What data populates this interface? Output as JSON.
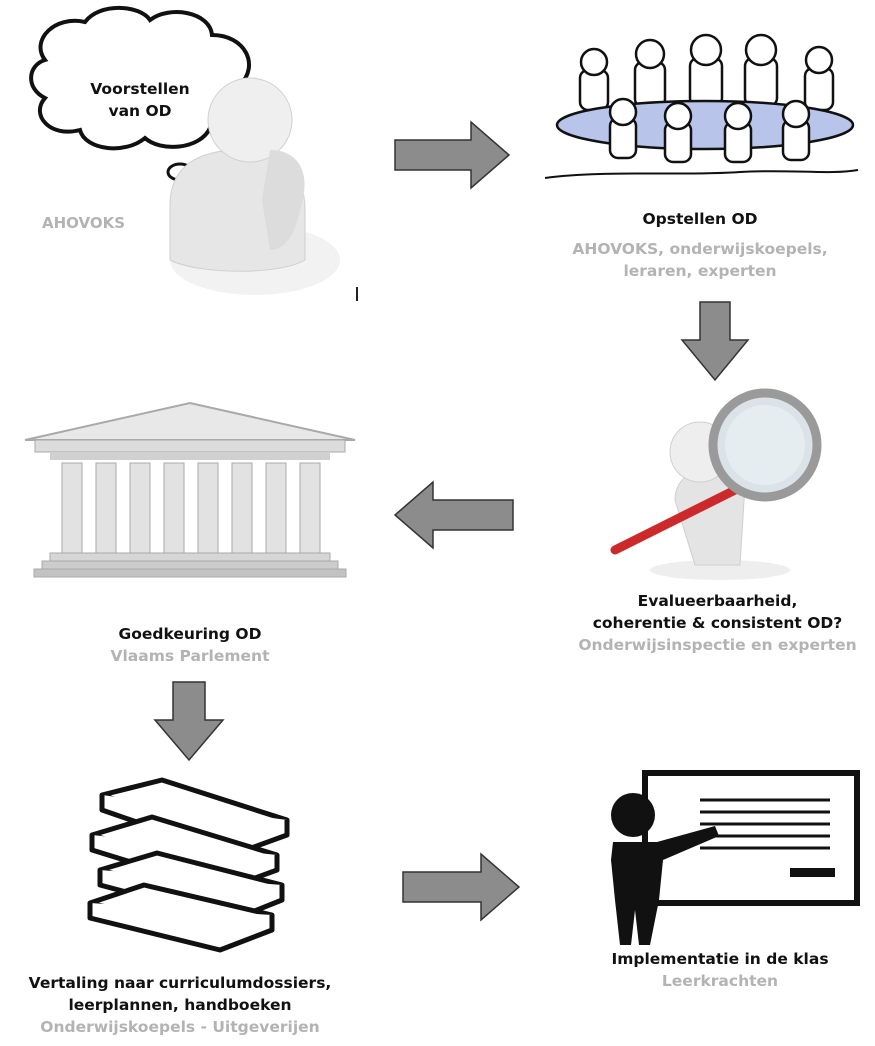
{
  "steps": [
    {
      "id": "voorstellen",
      "thought": [
        "Voorstellen",
        "van OD"
      ],
      "actor": "AHOVOKS",
      "icon": "thinking-person-icon"
    },
    {
      "id": "opstellen",
      "title": "Opstellen OD",
      "actors": [
        "AHOVOKS, onderwijskoepels,",
        "leraren, experten"
      ],
      "icon": "meeting-table-icon"
    },
    {
      "id": "evaluatie",
      "title": [
        "Evalueerbaarheid,",
        "coherentie & consistent OD?"
      ],
      "actors": [
        "Onderwijsinspectie en experten"
      ],
      "icon": "magnifying-glass-person-icon"
    },
    {
      "id": "goedkeuring",
      "title": "Goedkeuring OD",
      "actors": [
        "Vlaams Parlement"
      ],
      "icon": "parliament-building-icon"
    },
    {
      "id": "vertaling",
      "title": [
        "Vertaling naar curriculumdossiers,",
        "leerplannen, handboeken"
      ],
      "actors": [
        "Onderwijskoepels - Uitgeverijen"
      ],
      "icon": "books-stack-icon"
    },
    {
      "id": "implementatie",
      "title": "Implementatie in de klas",
      "actors": [
        "Leerkrachten"
      ],
      "icon": "teacher-board-icon"
    }
  ],
  "arrows": [
    {
      "from": "voorstellen",
      "to": "opstellen",
      "direction": "right"
    },
    {
      "from": "opstellen",
      "to": "evaluatie",
      "direction": "down"
    },
    {
      "from": "evaluatie",
      "to": "goedkeuring",
      "direction": "left"
    },
    {
      "from": "goedkeuring",
      "to": "vertaling",
      "direction": "down"
    },
    {
      "from": "vertaling",
      "to": "implementatie",
      "direction": "right"
    }
  ],
  "colors": {
    "arrow_fill": "#8c8c8c",
    "arrow_stroke": "#333333",
    "label_main": "#111111",
    "label_sub": "#b3b3b3"
  }
}
